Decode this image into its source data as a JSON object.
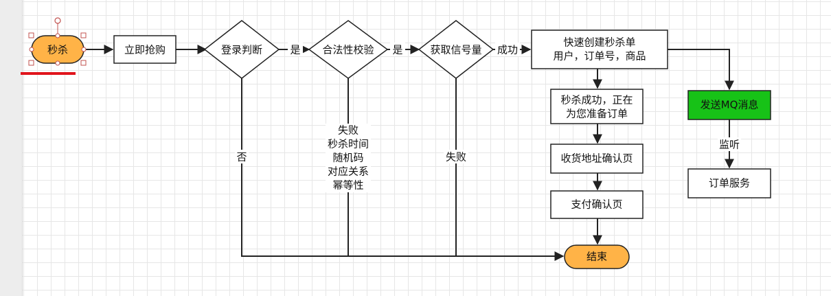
{
  "colors": {
    "terminator_fill": "#ffb347",
    "mq_fill": "#17c217",
    "stroke": "#222222",
    "underline": "#e0141c",
    "handle": "#c0504d"
  },
  "nodes": {
    "miaosha": "秒杀",
    "lijiqianggou": "立即抢购",
    "denglupanduan": "登录判断",
    "hefaxingjiaoyan": "合法性校验",
    "huoquxinhaoliang": "获取信号量",
    "chuangjian_line1": "快速创建秒杀单",
    "chuangjian_line2": "用户，订单号，商品",
    "chenggong_line1": "秒杀成功，正在",
    "chenggong_line2": "为您准备订单",
    "shouhuo": "收货地址确认页",
    "zhifu": "支付确认页",
    "jieshu": "结束",
    "fasongmq": "发送MQ消息",
    "dingdanfuwu": "订单服务"
  },
  "edge_labels": {
    "shi_1": "是",
    "shi_2": "是",
    "chenggong": "成功",
    "fou": "否",
    "shibai_validate_1": "失败",
    "shibai_validate_2": "秒杀时间",
    "shibai_validate_3": "随机码",
    "shibai_validate_4": "对应关系",
    "shibai_validate_5": "幂等性",
    "shibai_semaphore": "失败",
    "jianting": "监听"
  }
}
